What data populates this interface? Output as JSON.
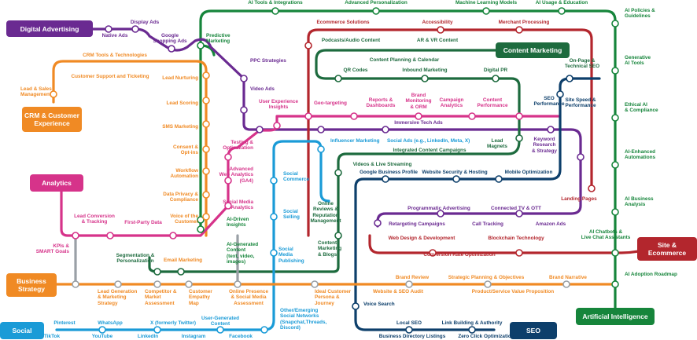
{
  "colors": {
    "green": "#16853b",
    "purple": "#6a2a91",
    "orange": "#f08a24",
    "red": "#b3262d",
    "pink": "#d6338a",
    "blue": "#1a9bd7",
    "darkgreen": "#1d6b3e",
    "navy": "#0d3f6b",
    "gray": "#9aa0a6"
  },
  "hubs": {
    "digital_advertising": "Digital Advertising",
    "crm": "CRM & Customer\nExperience",
    "analytics": "Analytics",
    "business_strategy": "Business\nStrategy",
    "social": "Social",
    "content_marketing": "Content Marketing",
    "site_ecommerce": "Site &\nEcommerce",
    "artificial_intelligence": "Artificial Intelligence",
    "seo": "SEO"
  },
  "labels": {
    "ai_tools_integrations": "AI Tools & Integrations",
    "advanced_personalization": "Advanced Personalization",
    "machine_learning_models": "Machine Learning Models",
    "ai_usage_education": "AI Usage & Education",
    "ai_policies_guidelines": "AI Policies &\nGuidelines",
    "generative_ai_tools": "Generative\nAI Tools",
    "ethical_ai_compliance": "Ethical AI\n& Compliance",
    "ai_enhanced_automations": "AI-Enhanced\nAutomations",
    "ai_business_analysis": "AI Business\nAnalysis",
    "ai_chatbots": "AI Chatbots &\nLive Chat Assistants",
    "ai_adoption_roadmap": "AI Adoption Roadmap",
    "display_ads": "Display Ads",
    "native_ads": "Native Ads",
    "google_shopping_ads": "Google\nShopping Ads",
    "predictive_marketing": "Predictive\nMarketing",
    "ppc_strategies": "PPC Strategies",
    "video_ads": "Video Ads",
    "crm_tools": "CRM Tools & Technologies",
    "customer_support": "Customer Support and Ticketing",
    "lead_sales_management": "Lead & Sales\nManagement",
    "lead_nurturing": "Lead Nurturing",
    "lead_scoring": "Lead Scoring",
    "sms_marketing": "SMS Marketing",
    "consent_optins": "Consent &\nOpt-ins",
    "workflow_automation": "Workflow\nAutomation",
    "data_privacy": "Data Privacy &\nCompliance",
    "voice_of_customer": "Voice of the\nCustomer",
    "ecommerce_solutions": "Ecommerce Solutions",
    "accessibility": "Accessibility",
    "merchant_processing": "Merchant Processing",
    "podcasts": "Podcasts/Audio Content",
    "ar_vr": "AR & VR Content",
    "content_planning": "Content Planning & Calendar",
    "qr_codes": "QR Codes",
    "inbound_marketing": "Inbound Marketing",
    "digital_pr": "Digital PR",
    "onpage_seo": "On-Page &\nTechnical SEO",
    "seo_performance": "SEO\nPerformance",
    "site_speed": "Site Speed &\nPerformance",
    "user_experience_insights": "User Experience\nInsights",
    "geo_targeting": "Geo-targeting",
    "reports_dashboards": "Reports &\nDashboards",
    "brand_monitoring": "Brand\nMonitoring\n& ORM",
    "campaign_analytics": "Campaign\nAnalytics",
    "content_performance": "Content\nPerformance",
    "testing_optimization": "Testing &\nOptimization",
    "immersive_tech_ads": "Immersive Tech Ads",
    "influencer_marketing": "Influencer Marketing",
    "social_ads": "Social Ads (e.g., LinkedIn, Meta, X)",
    "integrated_content_campaigns": "Integrated Content Campaigns",
    "lead_magnets": "Lead\nMagnets",
    "keyword_research": "Keyword\nResearch\n& Strategy",
    "advanced_web_analytics": "Advanced\nWeb Analytics\n(GA4)",
    "social_commerce": "Social\nCommerce",
    "videos_live_streaming": "Videos & Live Streaming",
    "google_business_profile": "Google Business Profile",
    "website_security": "Website Security & Hosting",
    "mobile_optimization": "Mobile Optimization",
    "social_media_analytics": "Social Media\nAnalytics",
    "social_selling": "Social\nSelling",
    "online_reviews": "Online\nReviews &\nReputation\nManagement",
    "landing_pages": "Landing Pages",
    "lead_conversion": "Lead Conversion\n& Tracking",
    "first_party_data": "First-Party Data",
    "ai_driven_insights": "AI-Driven\nInsights",
    "programmatic_advertising": "Programmatic Advertising",
    "connected_tv": "Connected TV & OTT",
    "retargeting_campaigns": "Retargeting Campaigns",
    "call_tracking": "Call Tracking",
    "amazon_ads": "Amazon Ads",
    "kpis_smart_goals": "KPIs &\nSMART Goals",
    "segmentation": "Segmentation &\nPersonalization",
    "email_marketing": "Email Marketing",
    "ai_generated_content": "AI-Generated\nContent\n(text, video,\nimages)",
    "social_media_publishing": "Social\nMedia\nPublishing",
    "content_marketing_blogs": "Content\nMarketing\n& Blogs",
    "web_design": "Web Design & Development",
    "blockchain": "Blockchain Technology",
    "cro": "Conversion Rate Optimization",
    "lead_generation_strategy": "Lead Generation\n& Marketing\nStrategy",
    "competitor_assessment": "Competitor &\nMarket\nAssessment",
    "customer_empathy_map": "Customer\nEmpathy\nMap",
    "online_presence": "Online Presence\n& Social Media\nAssessment",
    "ideal_customer": "Ideal Customer\nPersona &\nJourney",
    "brand_review": "Brand Review",
    "strategic_planning": "Strategic Planning & Objectives",
    "brand_narrative": "Brand Narrative",
    "website_seo_audit": "Website & SEO Audit",
    "product_value": "Product/Service Value Proposition",
    "pinterest": "Pinterest",
    "whatsapp": "WhatsApp",
    "x_twitter": "X (formerly Twitter)",
    "user_generated_content": "User-Generated\nContent",
    "other_social": "Other/Emerging\nSocial Networks\n(Snapchat,Threads,\nDiscord)",
    "tiktok": "TikTok",
    "youtube": "YouTube",
    "linkedin": "LinkedIn",
    "instagram": "Instagram",
    "facebook": "Facebook",
    "voice_search": "Voice Search",
    "local_seo": "Local SEO",
    "link_building": "Link Building & Authority",
    "business_directory": "Business Directory Listings",
    "zero_click": "Zero Click Optimization"
  }
}
